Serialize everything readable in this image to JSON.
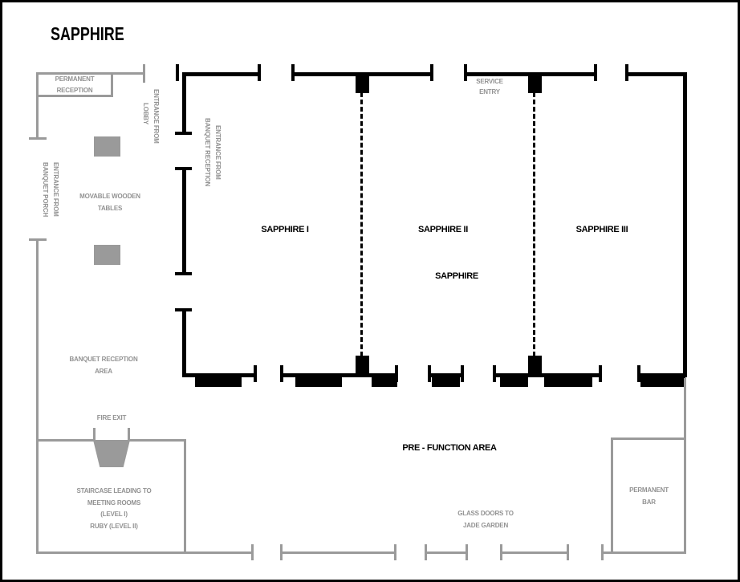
{
  "title": "SAPPHIRE",
  "colors": {
    "wall": "#000000",
    "annotation": "#929292",
    "furniture": "#9a9a9a"
  },
  "rooms": {
    "sapphire1": "SAPPHIRE I",
    "sapphire2": "SAPPHIRE II",
    "sapphire3": "SAPPHIRE III",
    "hall": "SAPPHIRE",
    "prefunction": "PRE - FUNCTION AREA"
  },
  "annotations": {
    "permanent_reception": [
      "PERMANENT",
      "RECEPTION"
    ],
    "entrance_lobby": [
      "ENTRANCE FROM",
      "LOBBY"
    ],
    "entrance_banquet_reception": [
      "ENTRANCE FROM",
      "BANQUET RECEPTION"
    ],
    "entrance_banquet_porch": [
      "ENTRANCE FROM",
      "BANQUET PORCH"
    ],
    "service_entry": [
      "SERVICE",
      "ENTRY"
    ],
    "movable_tables": [
      "MOVABLE WOODEN",
      "TABLES"
    ],
    "banquet_reception_area": [
      "BANQUET RECEPTION",
      "AREA"
    ],
    "fire_exit": "FIRE EXIT",
    "staircase": [
      "STAIRCASE LEADING TO",
      "MEETING ROOMS",
      "(LEVEL I)",
      "RUBY (LEVEL II)"
    ],
    "glass_doors": [
      "GLASS DOORS TO",
      "JADE GARDEN"
    ],
    "permanent_bar": [
      "PERMANENT",
      "BAR"
    ]
  }
}
